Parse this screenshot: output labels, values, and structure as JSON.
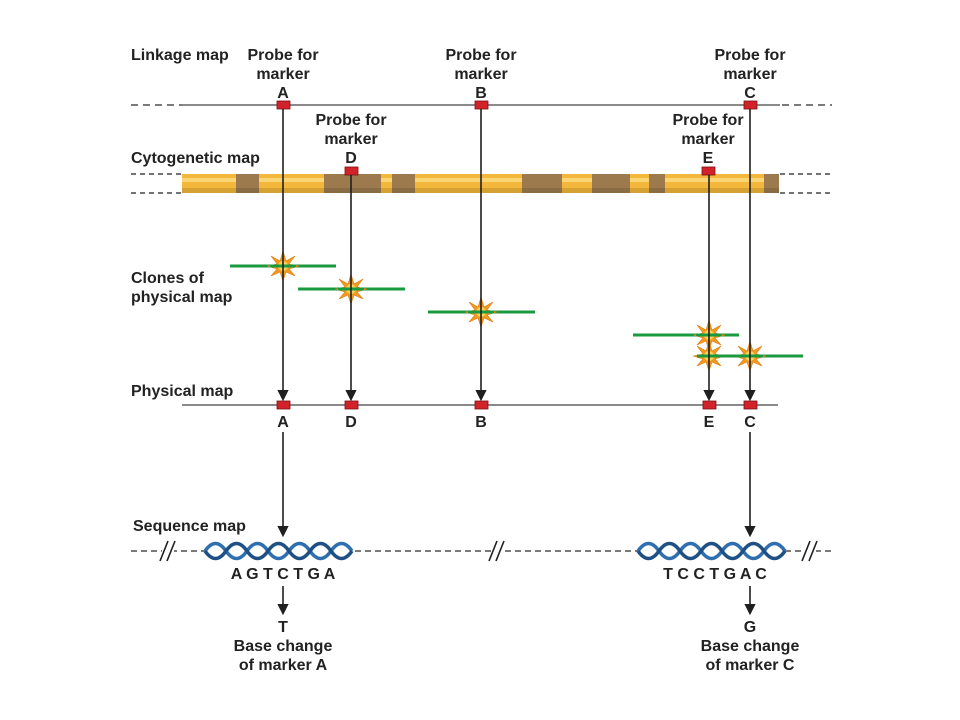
{
  "colors": {
    "line_gray": "#8a8a8a",
    "dash_gray": "#7a7a7a",
    "marker_red": "#d2232a",
    "arrow": "#1f1f1f",
    "chromosome_yellow": "#f3b83b",
    "chromosome_band": "#9c7a4e",
    "clone_green": "#1a9a3e",
    "burst_orange": "#f09a1f",
    "dna_blue": "#2f6fb0"
  },
  "row_labels": {
    "linkage": "Linkage map",
    "cytogenetic": "Cytogenetic map",
    "clones_line1": "Clones of",
    "clones_line2": "physical map",
    "physical": "Physical map",
    "sequence": "Sequence map"
  },
  "probe_labels": {
    "line1": "Probe for",
    "line2": "marker"
  },
  "linkage_markers": [
    "A",
    "B",
    "C"
  ],
  "cytogenetic_markers": [
    "D",
    "E"
  ],
  "physical_markers": [
    "A",
    "D",
    "B",
    "E",
    "C"
  ],
  "sequences": {
    "left": "A G T C T G A",
    "right": "T C C T G A C"
  },
  "results": {
    "left": {
      "base": "T",
      "line1": "Base change",
      "line2": "of marker A"
    },
    "right": {
      "base": "G",
      "line1": "Base change",
      "line2": "of marker C"
    }
  },
  "icons": {
    "dna": "double-helix-icon",
    "break": "break-mark-icon",
    "burst": "hybridization-burst-icon",
    "marker": "marker-square-icon"
  }
}
